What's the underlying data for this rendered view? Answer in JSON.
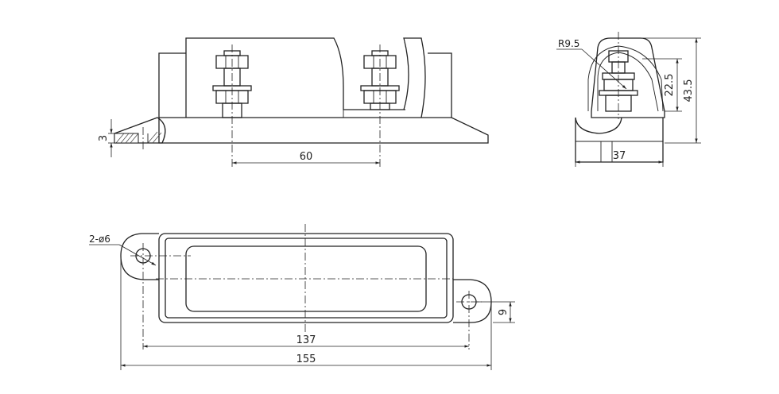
{
  "front_view": {
    "dim_thickness": "3",
    "dim_bolt_spacing": "60"
  },
  "side_view": {
    "dim_radius": "R9.5",
    "dim_height_inner": "22.5",
    "dim_height_total": "43.5",
    "dim_width": "37"
  },
  "top_view": {
    "dim_holes": "2-ø6",
    "dim_hole_center": "9",
    "dim_hole_spacing": "137",
    "dim_overall_length": "155"
  }
}
